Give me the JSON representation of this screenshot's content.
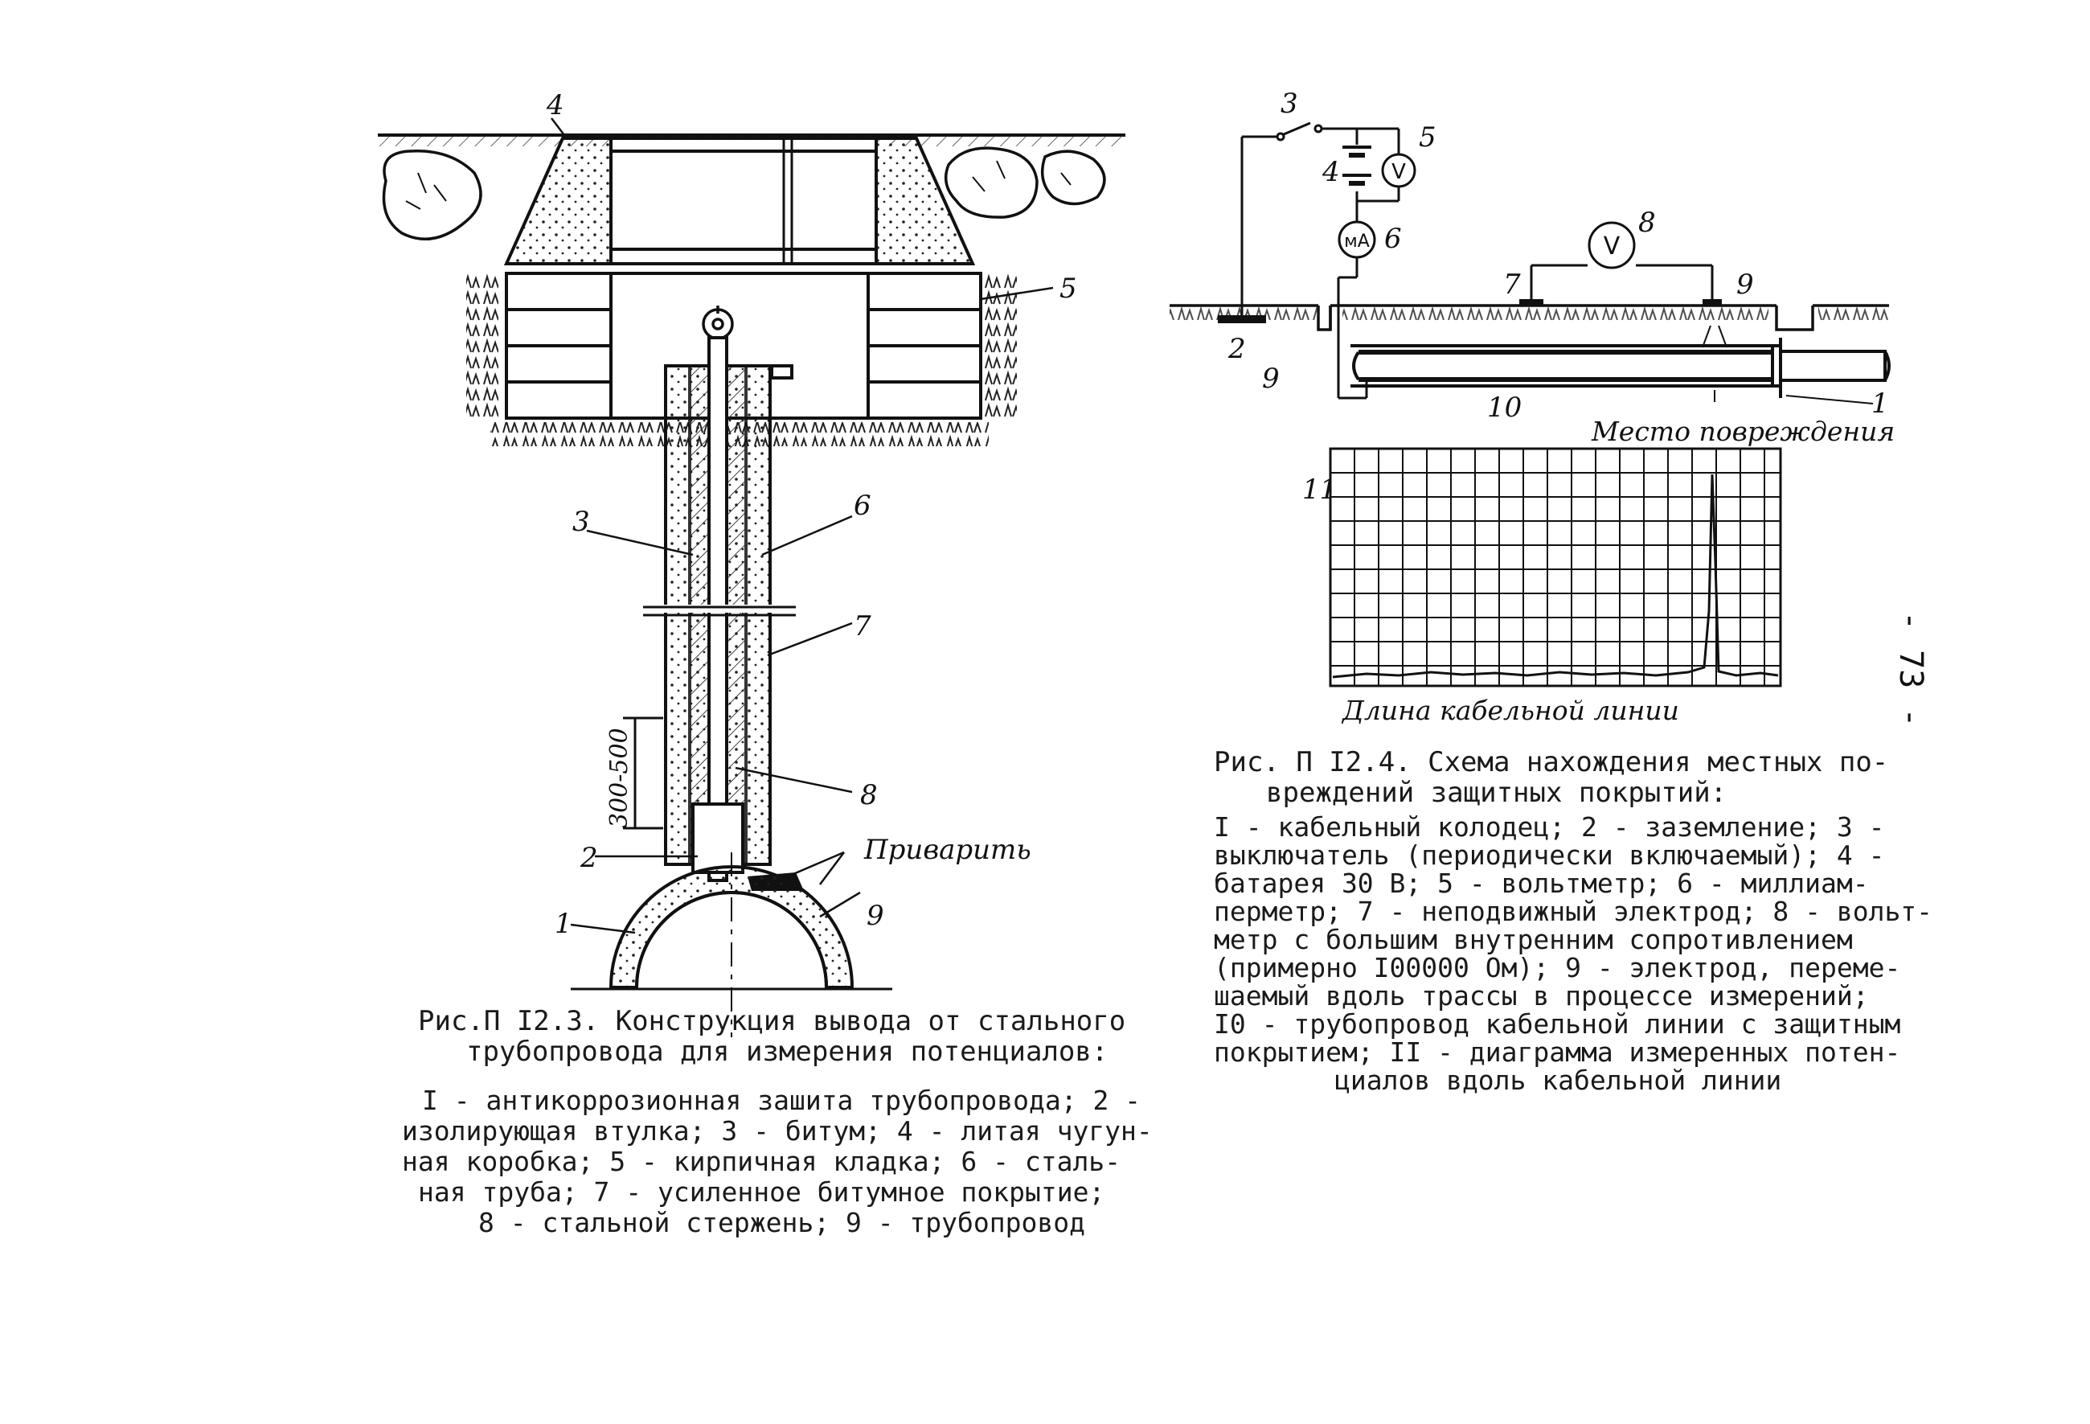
{
  "figure_3": {
    "labels": {
      "l1": "1",
      "l2": "2",
      "l3": "3",
      "l4": "4",
      "l5": "5",
      "l6": "6",
      "l7": "7",
      "l8": "8",
      "l9": "9",
      "dimension": "300-500",
      "weld": "Приварить"
    },
    "caption": {
      "title_line1": "Рис.П I2.3. Конструкция вывода от стального",
      "title_line2": "трубопровода для измерения потенциалов:",
      "body": [
        "I - антикоррозионная зашита трубопровода; 2 -",
        "изолирующая втулка; 3 - битум; 4 - литая чугун-",
        "ная коробка; 5 - кирпичная кладка; 6 - сталь-",
        "ная труба; 7 - усиленное битумное покрытие;",
        "8 - стальной стержень; 9 - трубопровод"
      ]
    }
  },
  "figure_4": {
    "labels": {
      "l1": "1",
      "l2": "2",
      "l3": "3",
      "l4": "4",
      "l5": "5",
      "l6": "6",
      "l7": "7",
      "l8": "8",
      "l9a": "9",
      "l9b": "9",
      "l10": "10",
      "l11": "11",
      "voltmeter": "V",
      "milliammeter": "мА",
      "damage_place": "Место повреждения",
      "cable_length": "Длина кабельной линии"
    },
    "caption": {
      "title_line1": "Рис. П I2.4. Схема нахождения местных по-",
      "title_line2": "вреждений защитных покрытий:",
      "body": [
        "I - кабельный колодец; 2 - заземление; 3 -",
        "выключатель (периодически включаемый); 4 -",
        "батарея 30 В; 5 - вольтметр; 6 - миллиам-",
        "перметр; 7 - неподвижный электрод; 8 - вольт-",
        "метр с большим внутренним сопротивлением",
        "(примерно I00000 Ом); 9 - электрод, переме-",
        "шаемый вдоль трассы в процессе измерений;",
        "I0 - трубопровод кабельной линии с защитным",
        "покрытием; II - диаграмма измеренных потен-",
        "циалов вдоль кабельной линии"
      ]
    }
  },
  "page_number": "- 73 -"
}
